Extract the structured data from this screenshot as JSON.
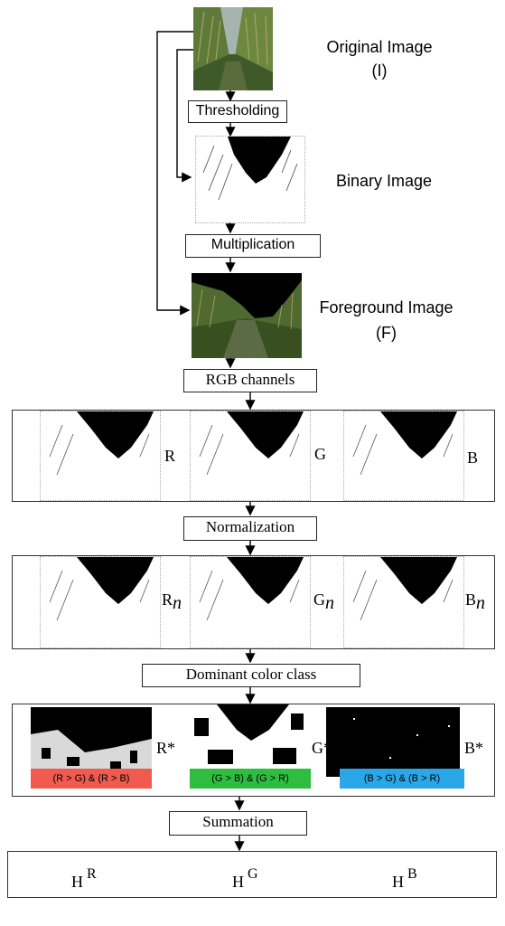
{
  "stages": {
    "original_label": "Original Image",
    "original_symbol": "(I)",
    "binary_label": "Binary Image",
    "foreground_label": "Foreground Image",
    "foreground_symbol": "(F)"
  },
  "steps": {
    "thresholding": "Thresholding",
    "multiplication": "Multiplication",
    "rgb_channels": "RGB channels",
    "normalization": "Normalization",
    "dominant": "Dominant color class",
    "summation": "Summation"
  },
  "channels": {
    "r": "R",
    "g": "G",
    "b": "B",
    "rn_base": "R",
    "gn_base": "G",
    "bn_base": "B",
    "n_sub": "n",
    "r_star": "R*",
    "g_star": "G*",
    "b_star": "B*"
  },
  "conditions": {
    "r": "(R >  G)  & (R >  B)",
    "g": "(G > B)  & (G > R)",
    "b": "(B >  G)  & (B > R)"
  },
  "histograms": {
    "h": "H",
    "r": "R",
    "g": "G",
    "b": "B"
  },
  "colors": {
    "red_class": "#f05a4f",
    "green_class": "#2ebd3f",
    "blue_class": "#2aa7e8"
  }
}
